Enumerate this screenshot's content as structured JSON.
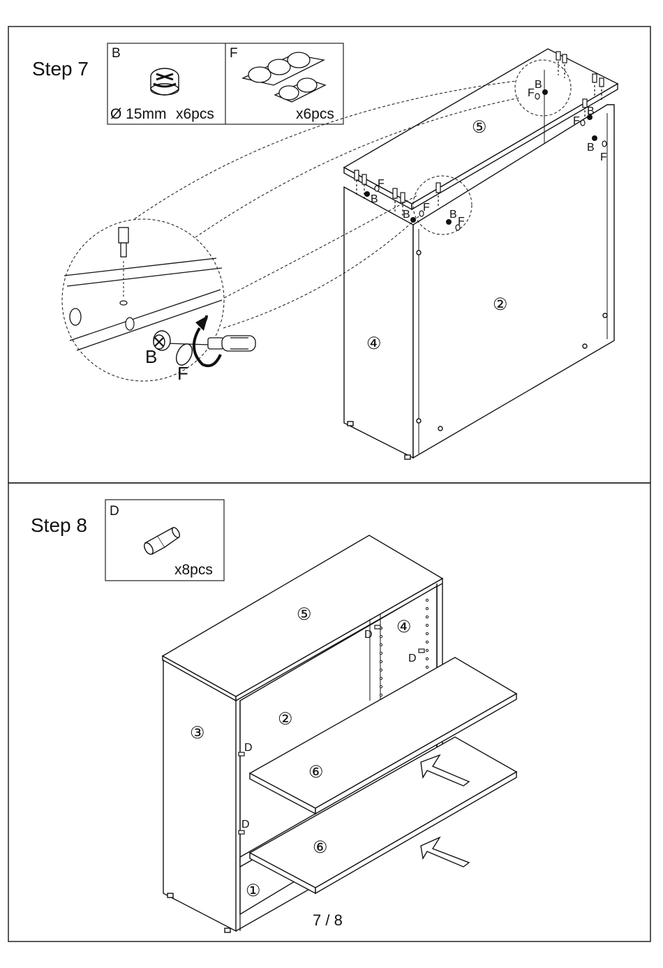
{
  "page": {
    "number_label": "7 / 8"
  },
  "step7": {
    "title": "Step 7",
    "boxes": [
      {
        "letter": "B",
        "size": "Ø 15mm",
        "qty": "x6pcs",
        "icon": "cam-lock-icon"
      },
      {
        "letter": "F",
        "qty": "x6pcs",
        "icon": "cover-cap-sheet-icon"
      }
    ],
    "panels": {
      "side": "④",
      "back": "②",
      "top": "⑤"
    },
    "detail_labels": {
      "cam": "B",
      "cap": "F"
    },
    "hardware_labels": {
      "b": "B",
      "f": "F"
    }
  },
  "step8": {
    "title": "Step 8",
    "box": {
      "letter": "D",
      "qty": "x8pcs",
      "icon": "shelf-pin-icon"
    },
    "panels": {
      "top": "⑤",
      "back": "②",
      "left_side": "③",
      "right_side": "④",
      "bottom": "①",
      "shelf_upper": "⑥",
      "shelf_lower": "⑥"
    },
    "pin_label": "D"
  }
}
